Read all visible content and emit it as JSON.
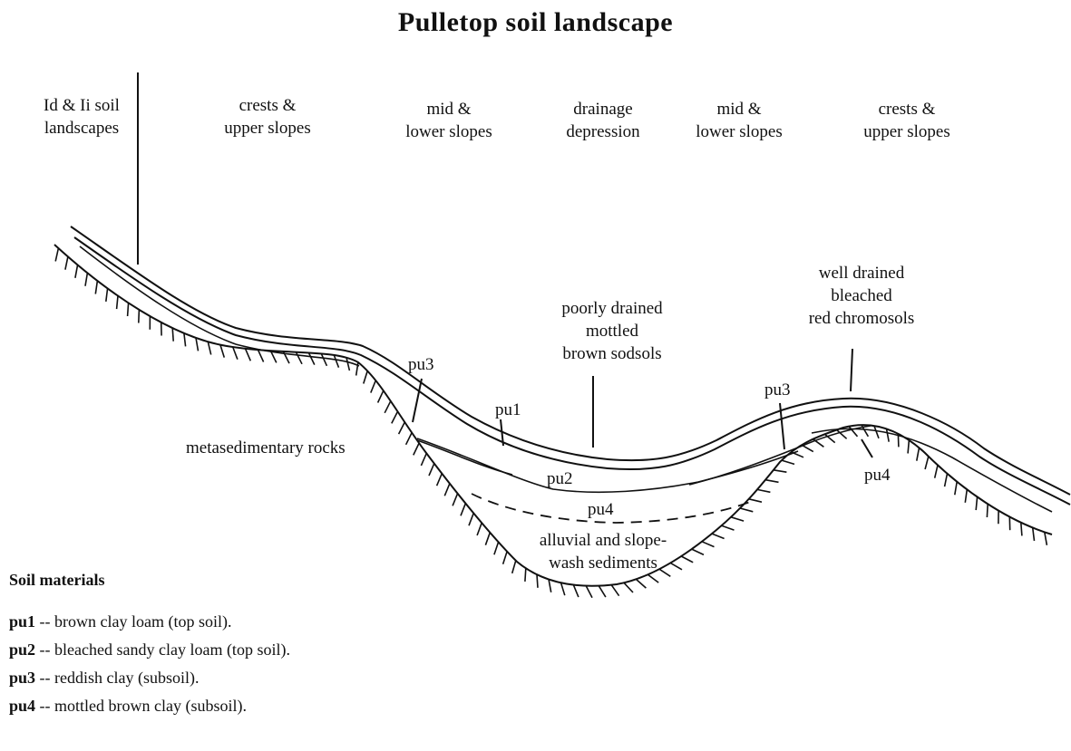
{
  "title": "Pulletop soil landscape",
  "zones": [
    {
      "id": "id-li",
      "line1": "Id & Ii soil",
      "line2": "landscapes"
    },
    {
      "id": "crests-left",
      "line1": "crests &",
      "line2": "upper slopes"
    },
    {
      "id": "mid-left",
      "line1": "mid &",
      "line2": "lower slopes"
    },
    {
      "id": "drainage",
      "line1": "drainage",
      "line2": "depression"
    },
    {
      "id": "mid-right",
      "line1": "mid &",
      "line2": "lower slopes"
    },
    {
      "id": "crests-right",
      "line1": "crests &",
      "line2": "upper slopes"
    }
  ],
  "annotations": {
    "poorly_drained": [
      "poorly drained",
      "mottled",
      "brown sodsols"
    ],
    "well_drained": [
      "well drained",
      "bleached",
      "red chromosols"
    ],
    "metasedimentary": "metasedimentary rocks",
    "alluvial": [
      "alluvial and slope-",
      "wash sediments"
    ]
  },
  "layer_labels": {
    "pu3_left": "pu3",
    "pu1": "pu1",
    "pu2": "pu2",
    "pu4_center": "pu4",
    "pu3_right": "pu3",
    "pu4_right": "pu4"
  },
  "legend": {
    "heading": "Soil materials",
    "items": [
      {
        "code": "pu1",
        "desc": "--  brown clay loam  (top soil)."
      },
      {
        "code": "pu2",
        "desc": "-- bleached sandy clay loam  (top soil)."
      },
      {
        "code": "pu3",
        "desc": "--  reddish clay  (subsoil)."
      },
      {
        "code": "pu4",
        "desc": "--  mottled brown clay  (subsoil)."
      }
    ]
  }
}
